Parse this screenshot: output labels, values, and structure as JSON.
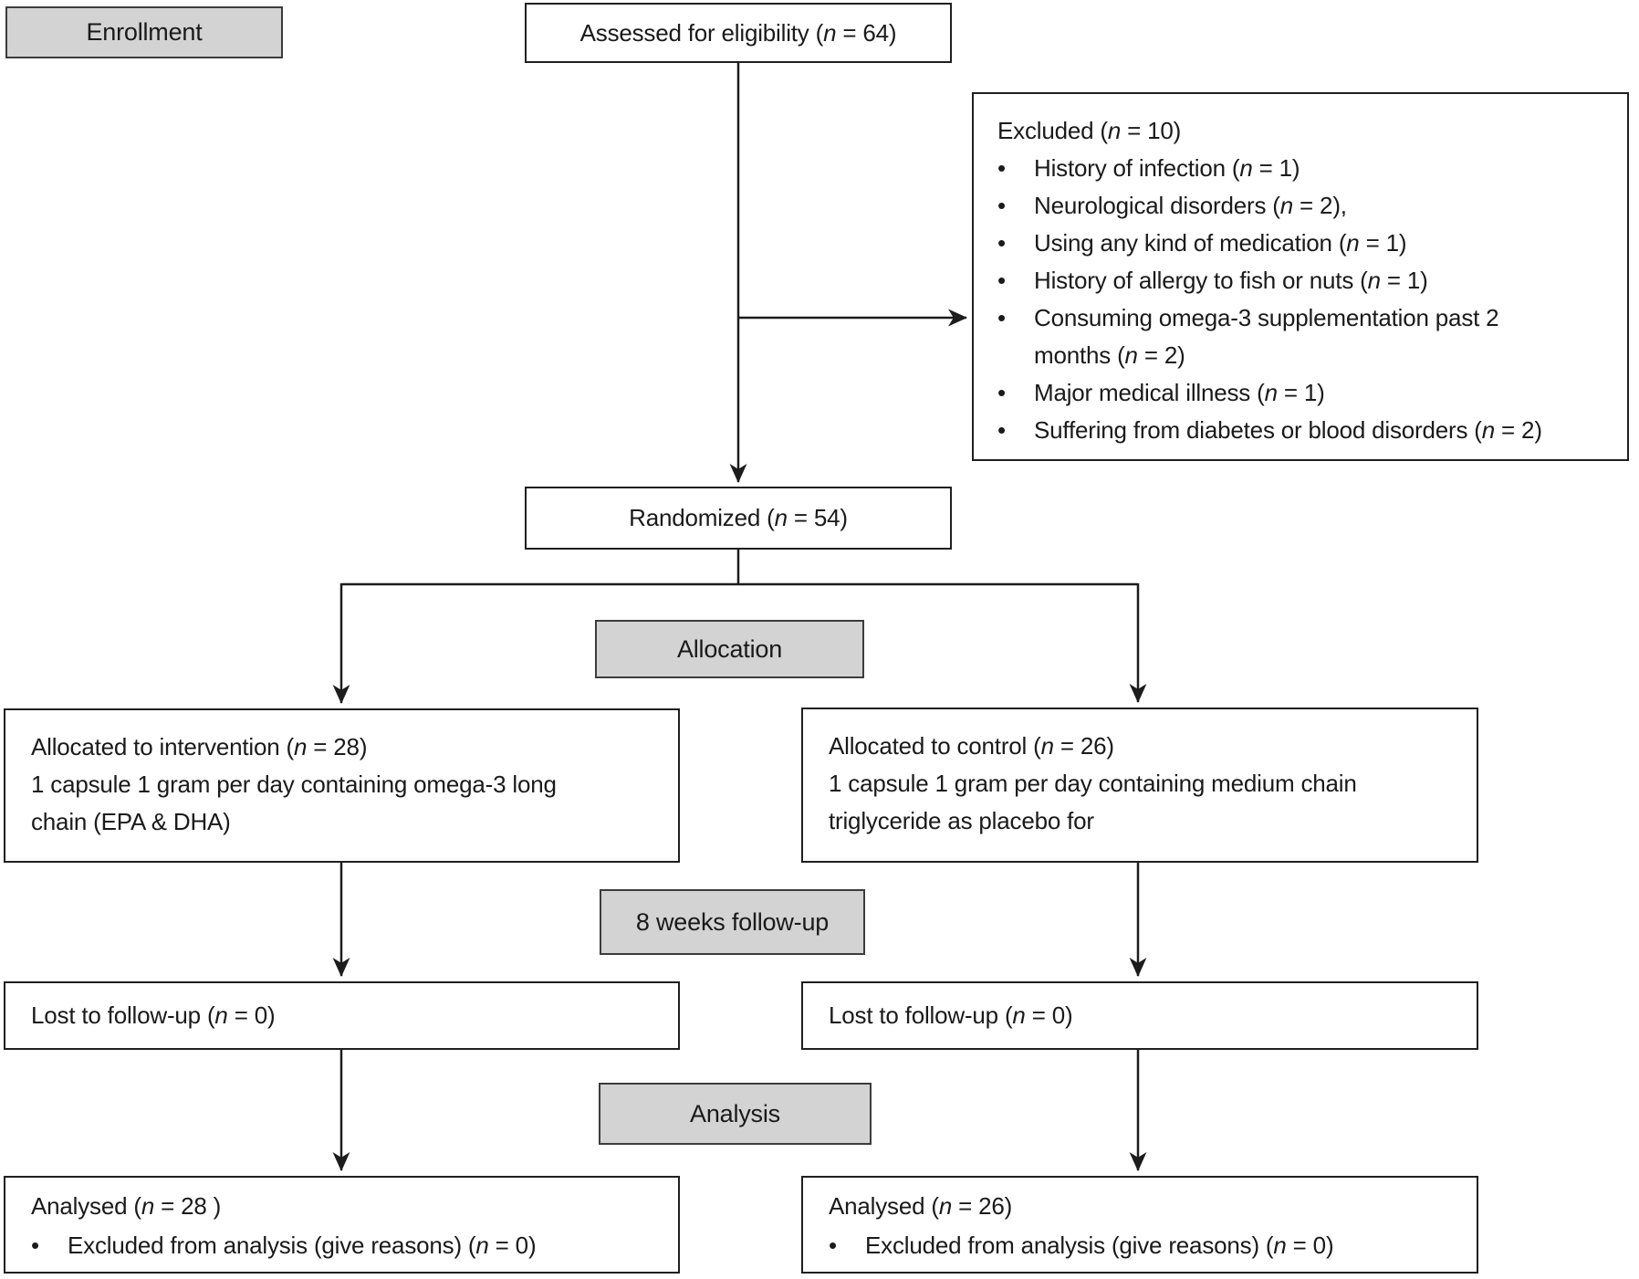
{
  "diagram": {
    "stages": {
      "enrollment_label": "Enrollment",
      "allocation_label": "Allocation",
      "followup_label": "8 weeks follow-up",
      "analysis_label": "Analysis"
    },
    "assessed": {
      "text": "Assessed for eligibility (n = 64)"
    },
    "excluded": {
      "title": "Excluded (n = 10)",
      "items": [
        "History of infection (n = 1)",
        "Neurological disorders (n = 2),",
        "Using any kind of medication (n = 1)",
        "History of allergy to fish or nuts (n = 1)",
        "Consuming omega-3 supplementation past 2\nmonths (n = 2)",
        "Major medical illness (n = 1)",
        "Suffering from diabetes or blood disorders (n = 2)"
      ]
    },
    "randomized": {
      "text": "Randomized (n = 54)"
    },
    "intervention": {
      "line1": "Allocated to intervention (n = 28)",
      "line2": "1 capsule 1 gram per day containing omega-3 long\nchain (EPA & DHA)"
    },
    "control": {
      "line1": "Allocated to control (n = 26)",
      "line2": "1 capsule 1 gram per day containing medium chain\ntriglyceride as placebo for"
    },
    "followup_left": {
      "text": "Lost to follow-up (n = 0)"
    },
    "followup_right": {
      "text": "Lost to follow-up (n = 0)"
    },
    "analysed_left": {
      "title": "Analysed (n = 28 )",
      "bullet": "Excluded from analysis (give reasons) (n = 0)"
    },
    "analysed_right": {
      "title": "Analysed (n = 26)",
      "bullet": "Excluded from analysis (give reasons) (n = 0)"
    }
  }
}
